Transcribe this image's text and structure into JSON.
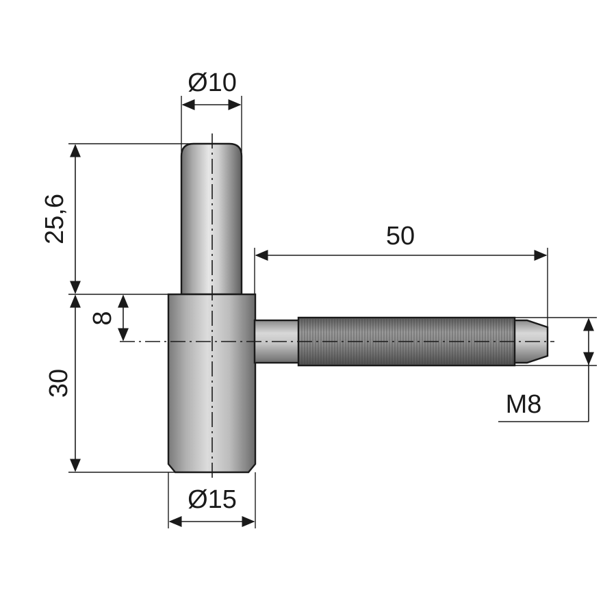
{
  "dimensions": {
    "pin_diameter": "Ø10",
    "pin_length": "25,6",
    "bolt_length": "50",
    "offset": "8",
    "body_height": "30",
    "body_diameter": "Ø15",
    "thread": "M8"
  }
}
